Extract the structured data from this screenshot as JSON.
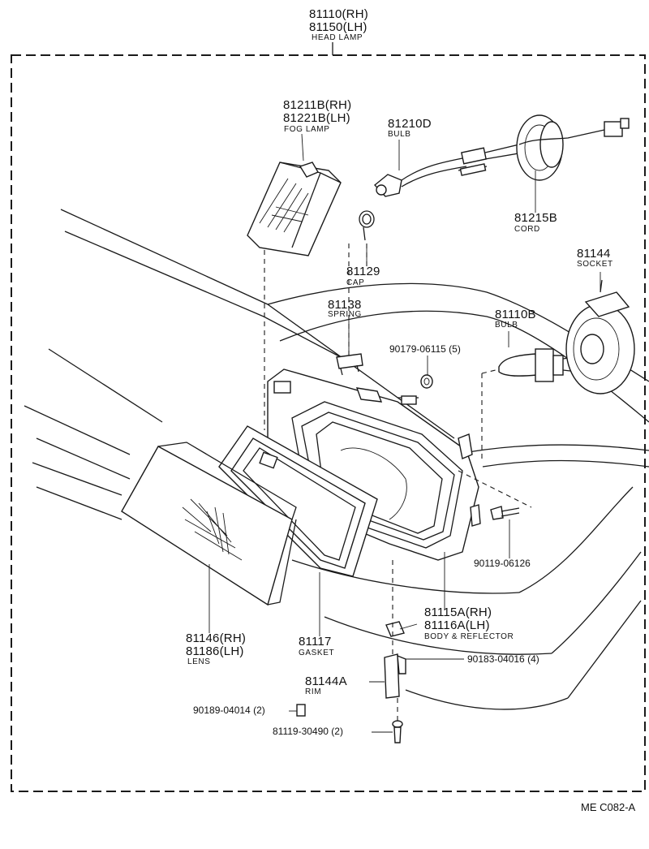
{
  "labels": {
    "head_lamp": {
      "rh": "81110(RH)",
      "lh": "81150(LH)",
      "name": "HEAD LAMP"
    },
    "fog_lamp": {
      "rh": "81211B(RH)",
      "lh": "81221B(LH)",
      "name": "FOG LAMP"
    },
    "bulb_fog": {
      "part": "81210D",
      "name": "BULB"
    },
    "cord": {
      "part": "81215B",
      "name": "CORD"
    },
    "cap": {
      "part": "81129",
      "name": "CAP"
    },
    "spring": {
      "part": "81138",
      "name": "SPRING"
    },
    "nut": {
      "text": "90179-06115 (5)"
    },
    "socket": {
      "part": "81144",
      "name": "SOCKET"
    },
    "bulb_head": {
      "part": "81110B",
      "name": "BULB"
    },
    "bolt": {
      "text": "90119-06126"
    },
    "body_reflector": {
      "rh": "81115A(RH)",
      "lh": "81116A(LH)",
      "name": "BODY & REFLECTOR"
    },
    "clip": {
      "text": "90183-04016 (4)"
    },
    "lens": {
      "rh": "81146(RH)",
      "lh": "81186(LH)",
      "name": "LENS"
    },
    "gasket": {
      "part": "81117",
      "name": "GASKET"
    },
    "rim": {
      "part": "81144A",
      "name": "RIM"
    },
    "nut2": {
      "text": "90189-04014 (2)"
    },
    "screw": {
      "text": "81119-30490 (2)"
    }
  },
  "reference_code": "ME  C082-A"
}
